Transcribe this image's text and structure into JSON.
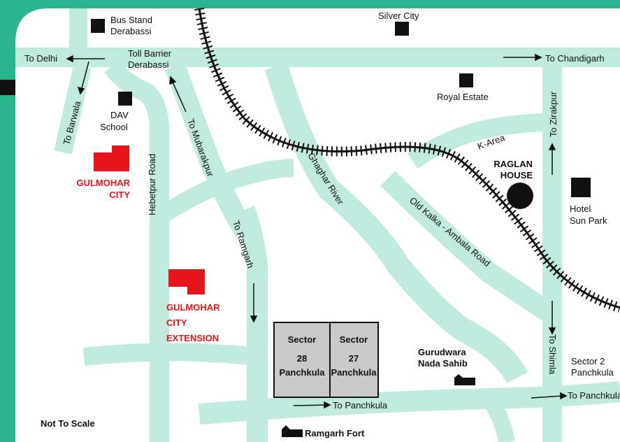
{
  "legend": {
    "scale_note": "Not To Scale"
  },
  "direction_labels": {
    "to_delhi": "To Delhi",
    "to_chandigarh": "To Chandigarh",
    "to_barwala": "To Barwala",
    "to_mubarakpur": "To Mubarakpur",
    "to_ramgarh": "To Ramgarh",
    "to_zirakpur": "To Zirakpur",
    "to_shimla": "To Shimla",
    "to_panchkula_bottom": "To Panchkula",
    "to_panchkula_right": "To Panchkula"
  },
  "road_labels": {
    "hebetpur_road": "Hebetpur Road",
    "ghaghar_river": "Ghaghar River",
    "old_kalka_ambala_road": "Old Kalka - Ambala Road",
    "k_area": "K-Area"
  },
  "landmarks": {
    "bus_stand": [
      "Bus Stand",
      "Derabassi"
    ],
    "toll_barrier": [
      "Toll Barrier",
      "Derabassi"
    ],
    "dav_school": [
      "DAV",
      "School"
    ],
    "silver_city": "Silver City",
    "royal_estate": "Royal Estate",
    "raglan_house": [
      "RAGLAN",
      "HOUSE"
    ],
    "hotel_sun_park": [
      "Hotel",
      "Sun Park"
    ],
    "gurudwara": [
      "Gurudwara",
      "Nada Sahib"
    ],
    "ramgarh_fort": "Ramgarh Fort",
    "sector2": [
      "Sector 2",
      "Panchkula"
    ]
  },
  "projects": {
    "gulmohar_city": [
      "GULMOHAR",
      "CITY"
    ],
    "gulmohar_city_extension": [
      "GULMOHAR",
      "CITY",
      "EXTENSION"
    ]
  },
  "sectors": [
    {
      "label": "Sector",
      "number": "28",
      "area": "Panchkula"
    },
    {
      "label": "Sector",
      "number": "27",
      "area": "Panchkula"
    }
  ],
  "colors": {
    "frame": "#2ab58e",
    "map_bg": "#ffffff",
    "road": "#bfeadd",
    "project": "#e8141b",
    "sector_fill": "#c9c9c9"
  }
}
